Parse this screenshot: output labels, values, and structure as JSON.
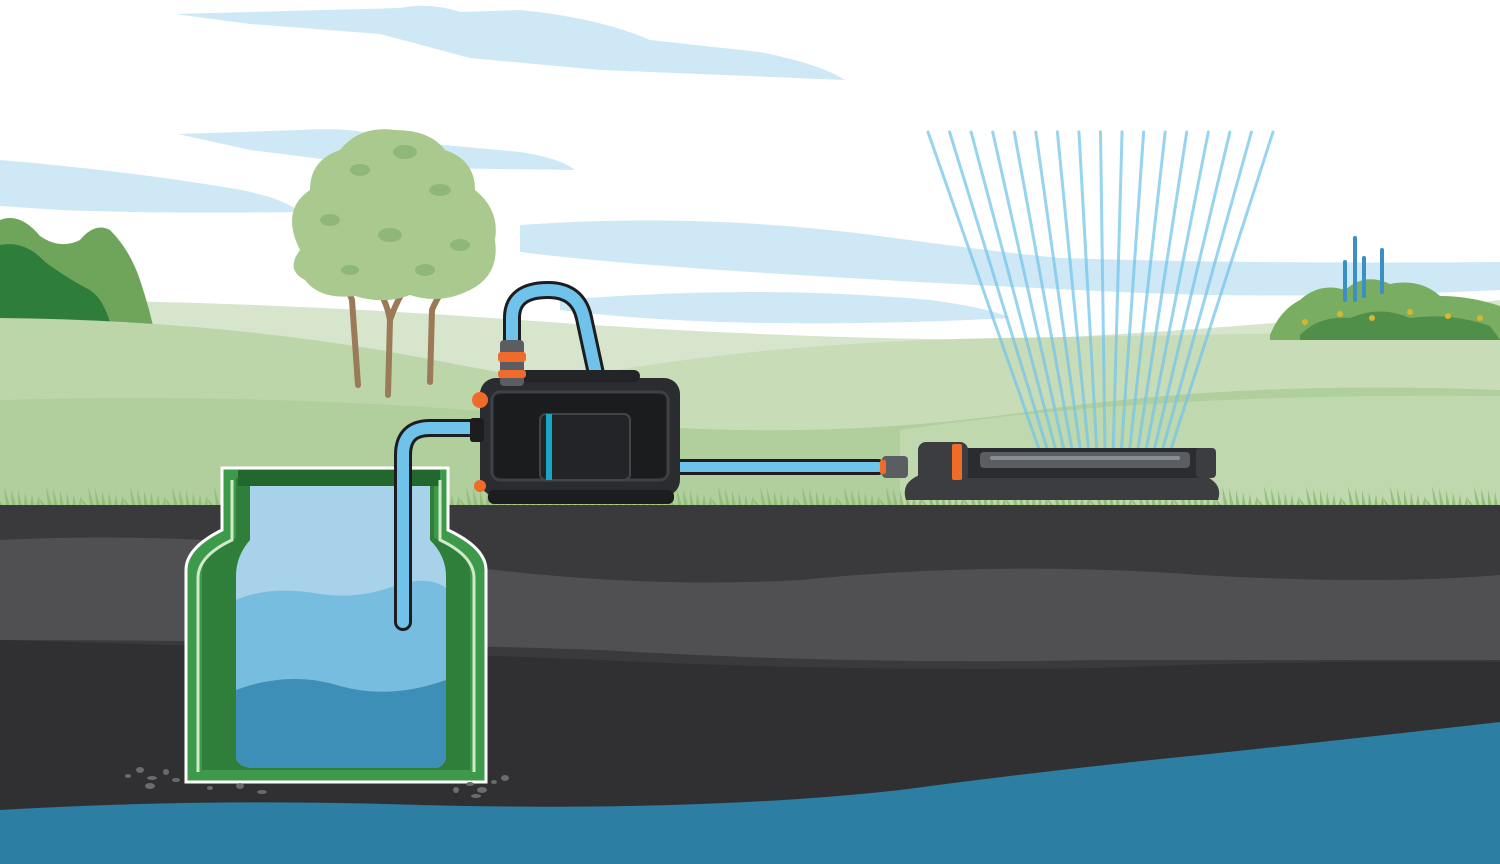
{
  "scene": {
    "type": "illustration",
    "components": [
      "sky",
      "clouds",
      "hills",
      "bushes",
      "tree",
      "flowers",
      "soil",
      "groundwater",
      "cistern",
      "suction-hose",
      "pump",
      "outlet-hose",
      "discharge-hose",
      "sprinkler",
      "water-jets"
    ]
  },
  "colors": {
    "sky": "#ffffff",
    "cloud": "#cfe8f6",
    "hill_far": "#cfe0c4",
    "hill_mid": "#b6d1a3",
    "hill_near": "#c4d9b3",
    "grass": "#93bf7a",
    "bush_dark": "#2f7d3a",
    "bush_light": "#6fa55a",
    "tree_leaf": "#a9c98f",
    "tree_trunk": "#9a7a57",
    "soil_top": "#3a3a3c",
    "soil_mid": "#4b4b4d",
    "soil_deep": "#2e2e30",
    "groundwater": "#2c7ea3",
    "cistern_green": "#3d9a4b",
    "cistern_dark": "#22672e",
    "tank_water": "#77bddf",
    "tank_water_deep": "#3d8fb8",
    "hose": "#6fc3ea",
    "hose_outline": "#1d1d1f",
    "pump_body": "#2a2c2f",
    "pump_accent": "#1aa5c6",
    "fitting_orange": "#f06a2a",
    "sprinkler_grey": "#5a5d62",
    "jet": "#74c6ea"
  }
}
